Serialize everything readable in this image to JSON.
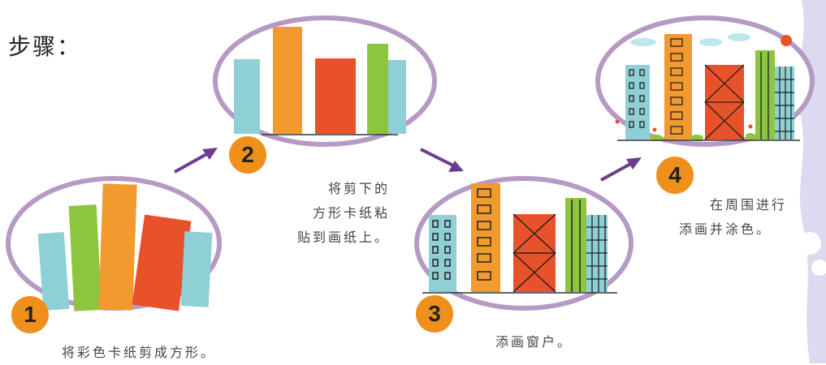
{
  "title": "步骤：",
  "steps": [
    {
      "number": "1",
      "caption": [
        "将彩色卡纸剪成方形。"
      ]
    },
    {
      "number": "2",
      "caption": [
        "将剪下的",
        "方形卡纸粘",
        "贴到画纸上。"
      ]
    },
    {
      "number": "3",
      "caption": [
        "添画窗户。"
      ]
    },
    {
      "number": "4",
      "caption": [
        "在周围进行",
        "添画并涂色。"
      ]
    }
  ],
  "colors": {
    "ellipse": "#b79ac4",
    "badge": "#f0901c",
    "arrow": "#6a3d8f",
    "teal": "#8fcfd6",
    "green": "#8cc63f",
    "orange": "#f29a2e",
    "red": "#e8522a",
    "deco": "#d8d6ee"
  }
}
